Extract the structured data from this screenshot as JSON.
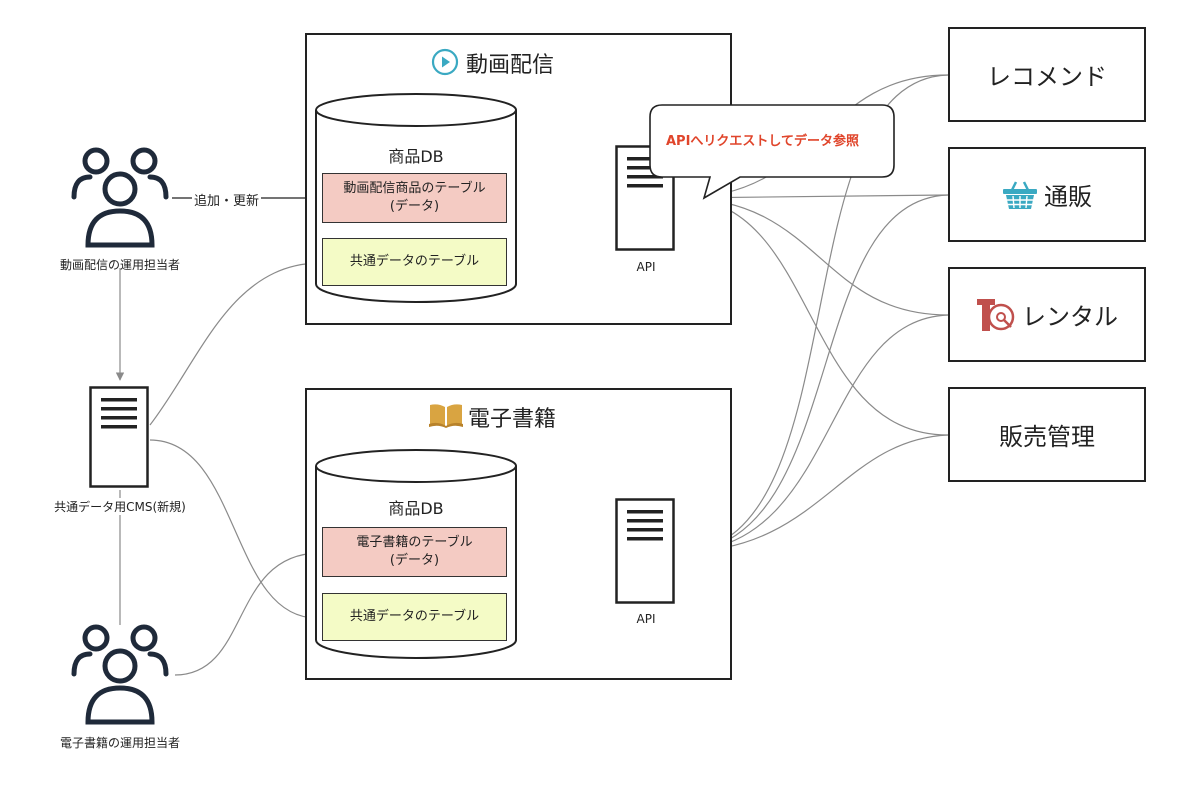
{
  "video_frame": {
    "title": "動画配信",
    "icon": "play-circle-icon",
    "icon_color": "#3aa9c2"
  },
  "ebook_frame": {
    "title": "電子書籍",
    "icon": "open-book-icon",
    "icon_color": "#d9a441"
  },
  "video_db": {
    "label": "商品DB",
    "product_table": [
      "動画配信商品のテーブル",
      "(データ)"
    ],
    "common_table": "共通データのテーブル"
  },
  "ebook_db": {
    "label": "商品DB",
    "product_table": [
      "電子書籍のテーブル",
      "(データ)"
    ],
    "common_table": "共通データのテーブル"
  },
  "video_api": {
    "label": "API"
  },
  "ebook_api": {
    "label": "API"
  },
  "callout": {
    "text": "APIへリクエストしてデータ参照",
    "text_color": "#e0452b"
  },
  "cms": {
    "label": "共通データ用CMS(新規)"
  },
  "video_operator": {
    "label": "動画配信の運用担当者"
  },
  "ebook_operator": {
    "label": "電子書籍の運用担当者"
  },
  "edge_add_update": {
    "label": "追加・更新"
  },
  "services": {
    "recommend": {
      "label": "レコメンド"
    },
    "shop": {
      "label": "通販",
      "icon": "basket-icon",
      "icon_color": "#3aa9c2"
    },
    "rental": {
      "label": "レンタル",
      "icon": "disc-tag-icon",
      "icon_color": "#c0504d"
    },
    "sales": {
      "label": "販売管理"
    }
  },
  "colors": {
    "pink_table": "#f4cbc3",
    "yellow_table": "#f4fbc6",
    "line": "#8a8a8a"
  }
}
